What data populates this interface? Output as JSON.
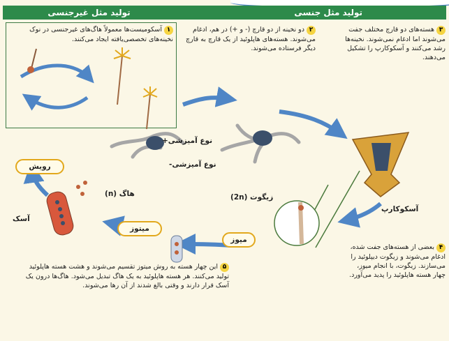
{
  "headers": {
    "asexual": "تولید مثل غیرجنسی",
    "sexual": "تولید مثل جنسی"
  },
  "steps": [
    {
      "num": "۱",
      "text": "آسکومیست‌ها معمولاً هاگ‌های غیرجنسی در نوک نخینه‌های تخصصی‌یافته ایجاد می‌کنند."
    },
    {
      "num": "۲",
      "text": "دو نخینه از دو قارچ (- و +) در هم، ادغام می‌شوند. هسته‌های هاپلوئید از یک قارچ به قارچ دیگر فرستاده می‌شوند."
    },
    {
      "num": "۳",
      "text": "هسته‌های دو قارچ مختلف جفت می‌شوند اما ادغام نمی‌شوند. نخینه‌ها رشد می‌کنند و آسکوکارپ را تشکیل می‌دهند."
    },
    {
      "num": "۴",
      "text": "بعضی از هسته‌های جفت شده، ادغام می‌شوند و زیگوت دیپلوئید را می‌سازند. زیگوت، با انجام میوز، چهار هسته هاپلوئید را پدید می‌آورد."
    },
    {
      "num": "۵",
      "text": "این چهار هسته به روش میتوز تقسیم می‌شوند و هشت هسته هاپلوئید تولید می‌کنند. هر هسته هاپلوئید به یک هاگ تبدیل می‌شود. هاگ‌ها درون یک آسک قرار دارند و وقتی بالغ شدند از آن رها می‌شوند."
    }
  ],
  "labels": {
    "mating_type_plus": "نوع آمیزشی+",
    "mating_type_minus": "نوع آمیزشی-",
    "growth": "رویش",
    "spore": "هاگ (n)",
    "ascus": "آسک",
    "mitosis": "میتوز",
    "meiosis": "میوز",
    "zygote": "زیگوت (2n)",
    "ascocarp": "آسکوکارپ"
  },
  "colors": {
    "header": "#2d8a4a",
    "arrow": "#4f86c6",
    "pill_border": "#e2a81c",
    "badge": "#f5d442"
  }
}
